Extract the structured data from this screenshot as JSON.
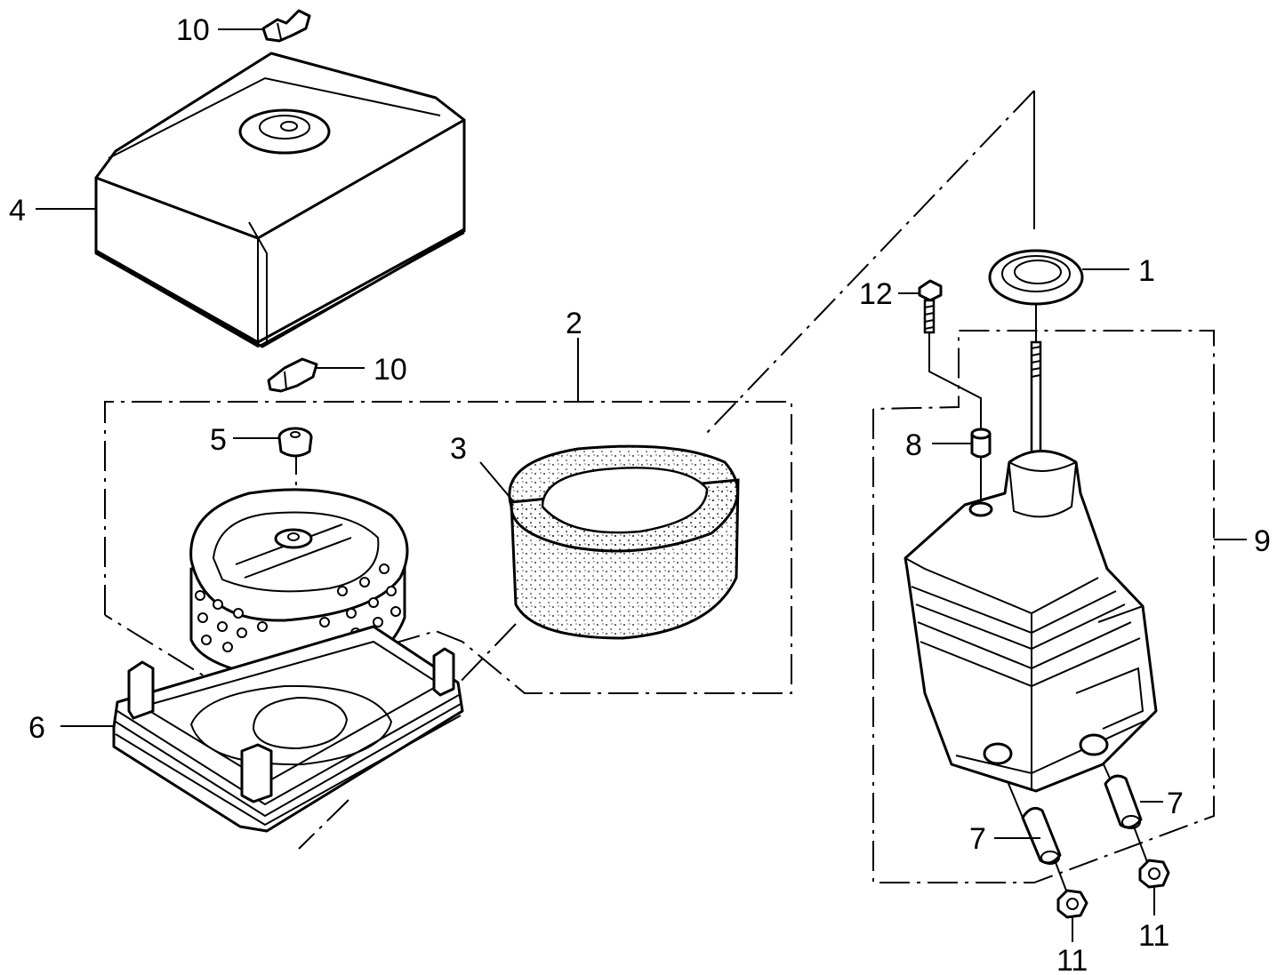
{
  "labels": {
    "p1": "1",
    "p2": "2",
    "p3": "3",
    "p4": "4",
    "p5": "5",
    "p6": "6",
    "p7a": "7",
    "p7b": "7",
    "p8": "8",
    "p9": "9",
    "p10a": "10",
    "p10b": "10",
    "p11a": "11",
    "p11b": "11",
    "p12": "12"
  }
}
